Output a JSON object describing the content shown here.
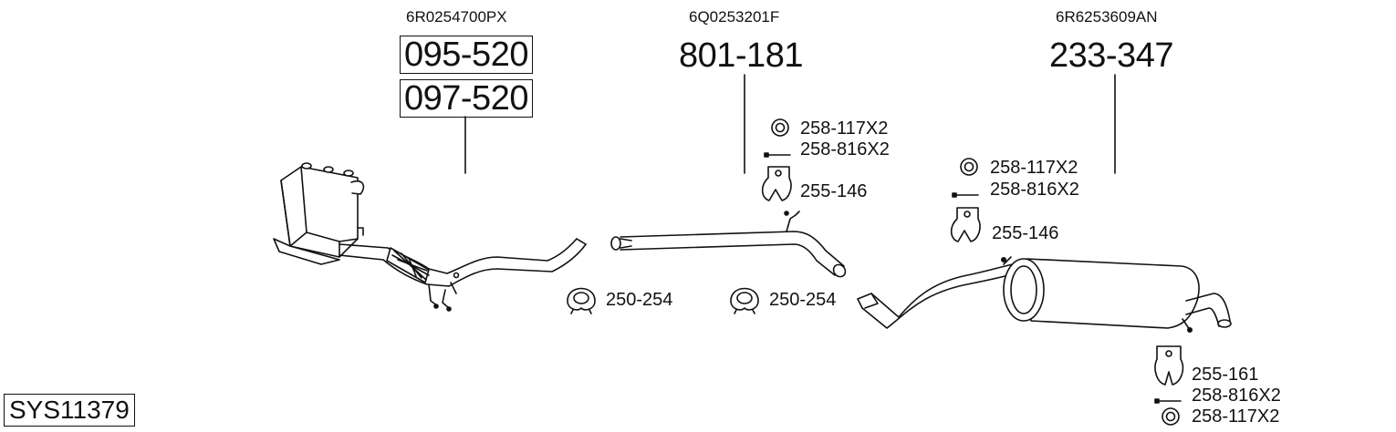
{
  "diagram": {
    "system_code": "SYS11379",
    "groups": [
      {
        "oem": "6R0254700PX",
        "parts": [
          "095-520",
          "097-520"
        ]
      },
      {
        "oem": "6Q0253201F",
        "parts": [
          "801-181"
        ]
      },
      {
        "oem": "6R6253609AN",
        "parts": [
          "233-347"
        ]
      }
    ],
    "fittings": {
      "middle_set": [
        "258-117X2",
        "258-816X2",
        "255-146"
      ],
      "rear_set": [
        "258-117X2",
        "258-816X2",
        "255-146"
      ],
      "clamps": [
        "250-254",
        "250-254"
      ],
      "tail_set": [
        "255-161",
        "258-816X2",
        "258-117X2"
      ]
    }
  }
}
